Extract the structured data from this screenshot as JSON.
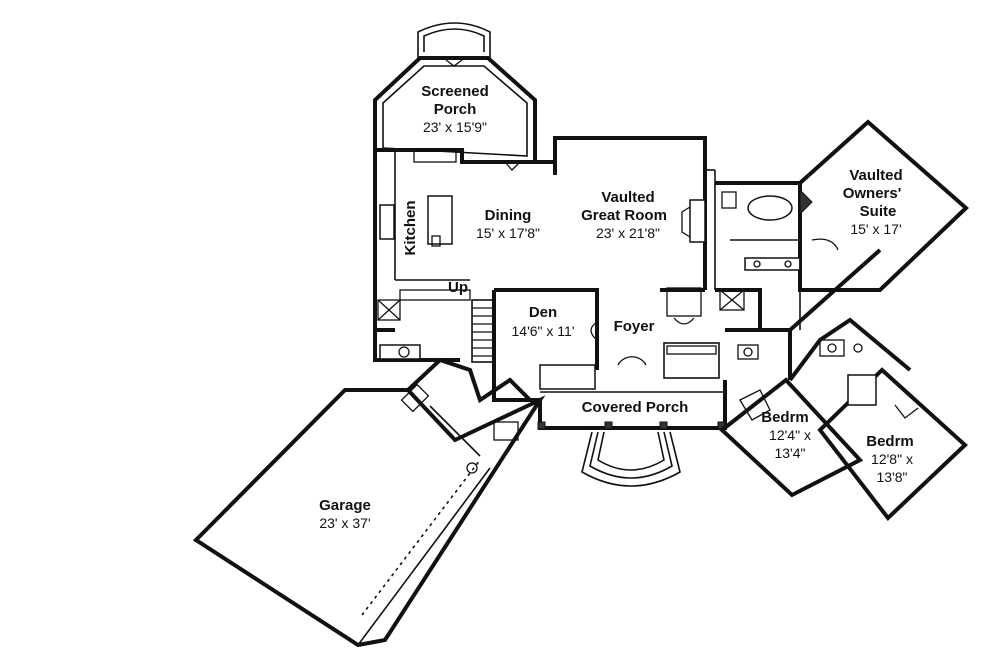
{
  "rooms": {
    "screened_porch": {
      "name_line1": "Screened",
      "name_line2": "Porch",
      "size": "23' x 15'9\""
    },
    "dining": {
      "name": "Dining",
      "size": "15' x 17'8\""
    },
    "kitchen": {
      "name": "Kitchen"
    },
    "great_room": {
      "name_line1": "Vaulted",
      "name_line2": "Great Room",
      "size": "23' x 21'8\""
    },
    "owners_suite": {
      "name_line1": "Vaulted",
      "name_line2": "Owners'",
      "name_line3": "Suite",
      "size": "15' x 17'"
    },
    "den": {
      "name": "Den",
      "size": "14'6\" x 11'"
    },
    "foyer": {
      "name": "Foyer"
    },
    "stairs": {
      "label": "Up"
    },
    "covered_porch": {
      "name": "Covered Porch"
    },
    "bedroom_1": {
      "name": "Bedrm",
      "size_line1": "12'4\" x",
      "size_line2": "13'4\""
    },
    "bedroom_2": {
      "name": "Bedrm",
      "size_line1": "12'8\" x",
      "size_line2": "13'8\""
    },
    "garage": {
      "name": "Garage",
      "size": "23' x 37'"
    }
  }
}
